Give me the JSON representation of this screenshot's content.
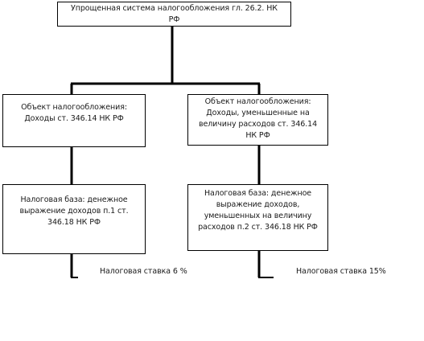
{
  "diagram": {
    "root": {
      "lines": [
        "Упрощенная система налогообложения гл. 26.2. НК",
        "РФ"
      ]
    },
    "left_object": {
      "lines": [
        "Объект налогообложения:",
        "Доходы ст. 346.14 НК РФ"
      ]
    },
    "right_object": {
      "lines": [
        "Объект налогообложения:",
        "Доходы, уменьшенные на",
        "величину расходов ст. 346.14",
        "НК РФ"
      ]
    },
    "left_base": {
      "lines": [
        "Налоговая база: денежное",
        "выражение доходов п.1 ст.",
        "346.18 НК РФ"
      ]
    },
    "right_base": {
      "lines": [
        "Налоговая база: денежное",
        "выражение доходов,",
        "уменьшенных на величину",
        "расходов п.2 ст. 346.18 НК РФ"
      ]
    },
    "left_rate": "Налоговая ставка 6 %",
    "right_rate": "Налоговая ставка 15%"
  }
}
